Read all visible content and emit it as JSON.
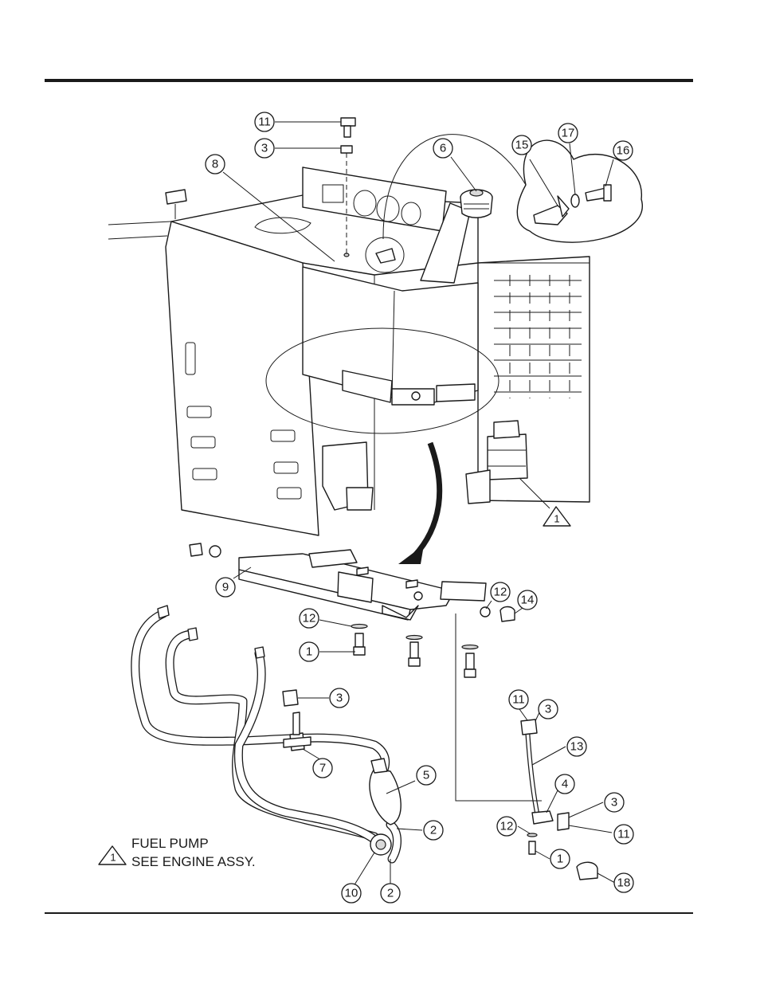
{
  "callouts": [
    {
      "id": "c-11-top",
      "label": "11"
    },
    {
      "id": "c-3-top",
      "label": "3"
    },
    {
      "id": "c-8",
      "label": "8"
    },
    {
      "id": "c-6",
      "label": "6"
    },
    {
      "id": "c-15",
      "label": "15"
    },
    {
      "id": "c-17",
      "label": "17"
    },
    {
      "id": "c-16",
      "label": "16"
    },
    {
      "id": "c-9",
      "label": "9"
    },
    {
      "id": "c-12-right",
      "label": "12"
    },
    {
      "id": "c-14",
      "label": "14"
    },
    {
      "id": "c-12-mid",
      "label": "12"
    },
    {
      "id": "c-1-mid",
      "label": "1"
    },
    {
      "id": "c-3-mid",
      "label": "3"
    },
    {
      "id": "c-7",
      "label": "7"
    },
    {
      "id": "c-5",
      "label": "5"
    },
    {
      "id": "c-2-a",
      "label": "2"
    },
    {
      "id": "c-10",
      "label": "10"
    },
    {
      "id": "c-2-b",
      "label": "2"
    },
    {
      "id": "c-11-line",
      "label": "11"
    },
    {
      "id": "c-3-line",
      "label": "3"
    },
    {
      "id": "c-13",
      "label": "13"
    },
    {
      "id": "c-4",
      "label": "4"
    },
    {
      "id": "c-3-low",
      "label": "3"
    },
    {
      "id": "c-12-low",
      "label": "12"
    },
    {
      "id": "c-11-low",
      "label": "11"
    },
    {
      "id": "c-1-low",
      "label": "1"
    },
    {
      "id": "c-18",
      "label": "18"
    }
  ],
  "reference_marker": {
    "symbol": "1"
  },
  "note": {
    "symbol": "1",
    "line1": "FUEL PUMP",
    "line2": "SEE ENGINE ASSY."
  }
}
